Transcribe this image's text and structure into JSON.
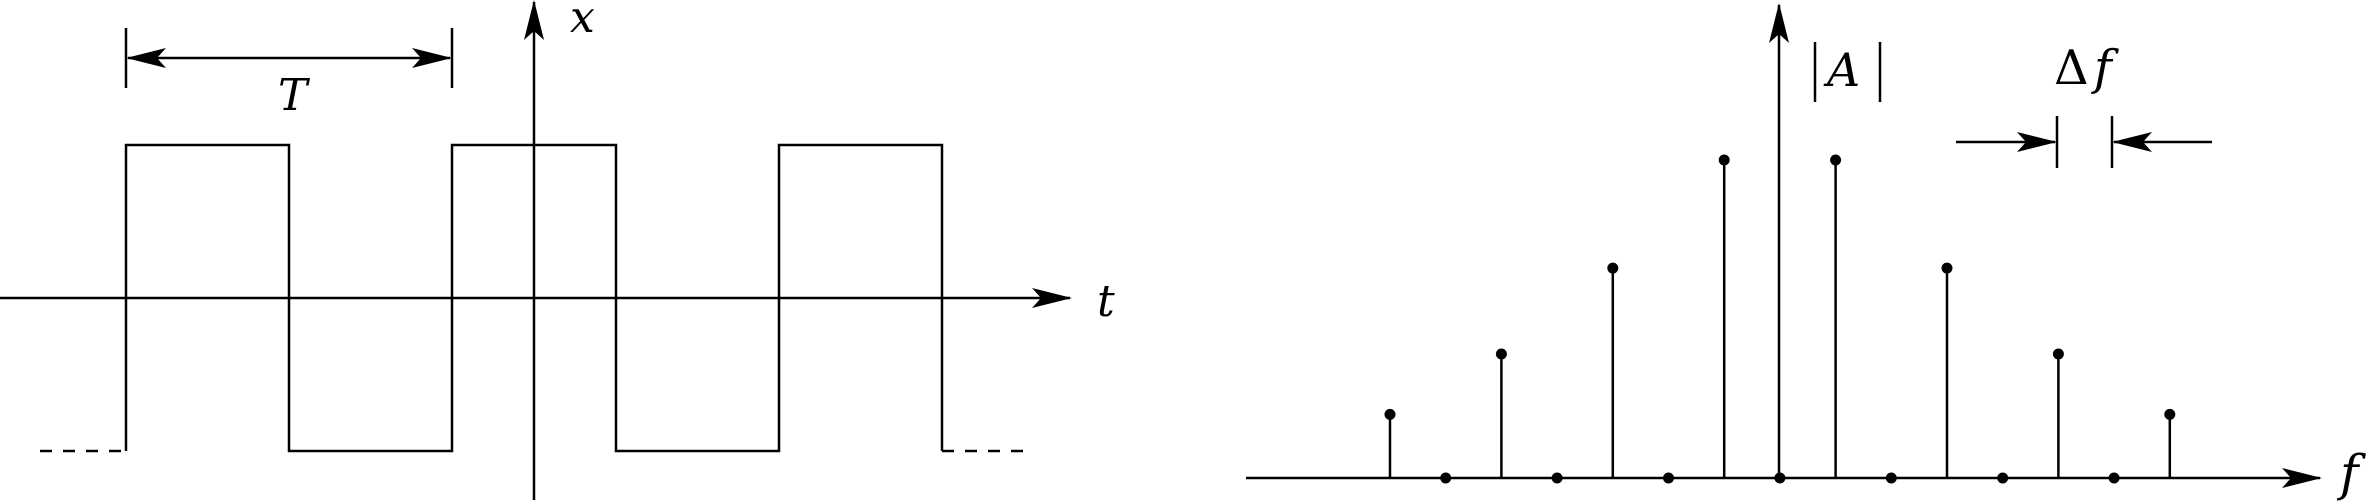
{
  "labels": {
    "x_axis_left": "t",
    "y_axis_left": "x",
    "period": "T",
    "x_axis_right": "f",
    "magnitude": "A",
    "delta_symbol": "Δ",
    "delta_var": "f"
  },
  "colors": {
    "ink": "#000000",
    "background": "#ffffff"
  },
  "square_wave": {
    "type": "square-wave",
    "levels": [
      -1,
      1
    ],
    "half_periods_shown": 5
  },
  "spectrum": {
    "type": "stem",
    "magnitudes": [
      0.2,
      0,
      0.39,
      0,
      0.66,
      0,
      1.0,
      0,
      1.0,
      0,
      0.66,
      0,
      0.39,
      0,
      0.2
    ]
  }
}
